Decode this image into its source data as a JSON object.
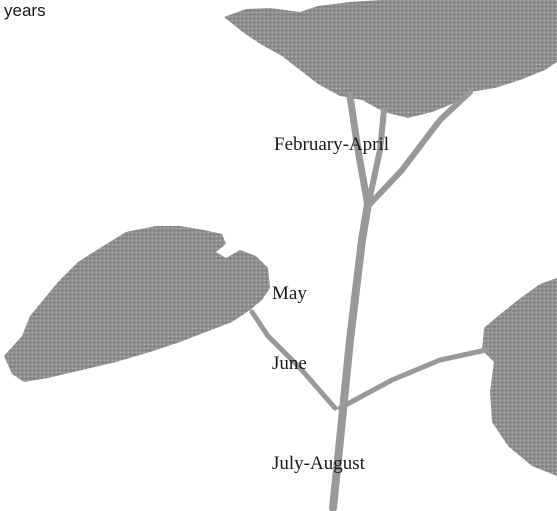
{
  "header": {
    "text": "years"
  },
  "labels": {
    "feb_apr": "February-April",
    "may": "May",
    "june": "June",
    "jul_aug": "July-August"
  },
  "colors": {
    "foliage": "#8e8e8e",
    "stem": "#999999",
    "background": "#ffffff",
    "text": "#1a1a1a"
  }
}
